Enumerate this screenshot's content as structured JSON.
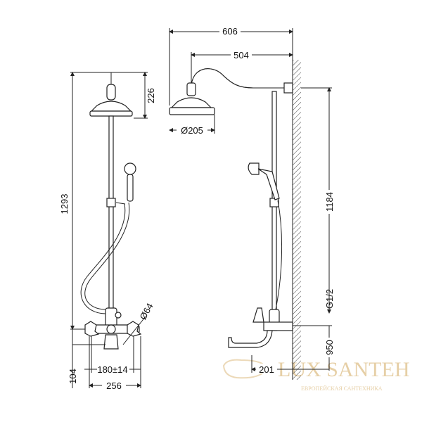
{
  "front_view": {
    "dimensions": {
      "total_height": "1293",
      "head_height": "226",
      "handle_diameter": "Ø64",
      "bottom_height": "104",
      "center_distance": "180±14",
      "width": "256"
    }
  },
  "side_view": {
    "dimensions": {
      "total_depth": "606",
      "arm_length": "504",
      "head_diameter": "Ø205",
      "pole_height": "1184",
      "thread": "G1/2",
      "mount_height": "950",
      "spout_projection": "201"
    }
  },
  "watermark": {
    "brand": "LUX SANTEH",
    "tagline": "ЕВРОПЕЙСКАЯ САНТЕХНИКА",
    "color": "#e6cfa6"
  }
}
